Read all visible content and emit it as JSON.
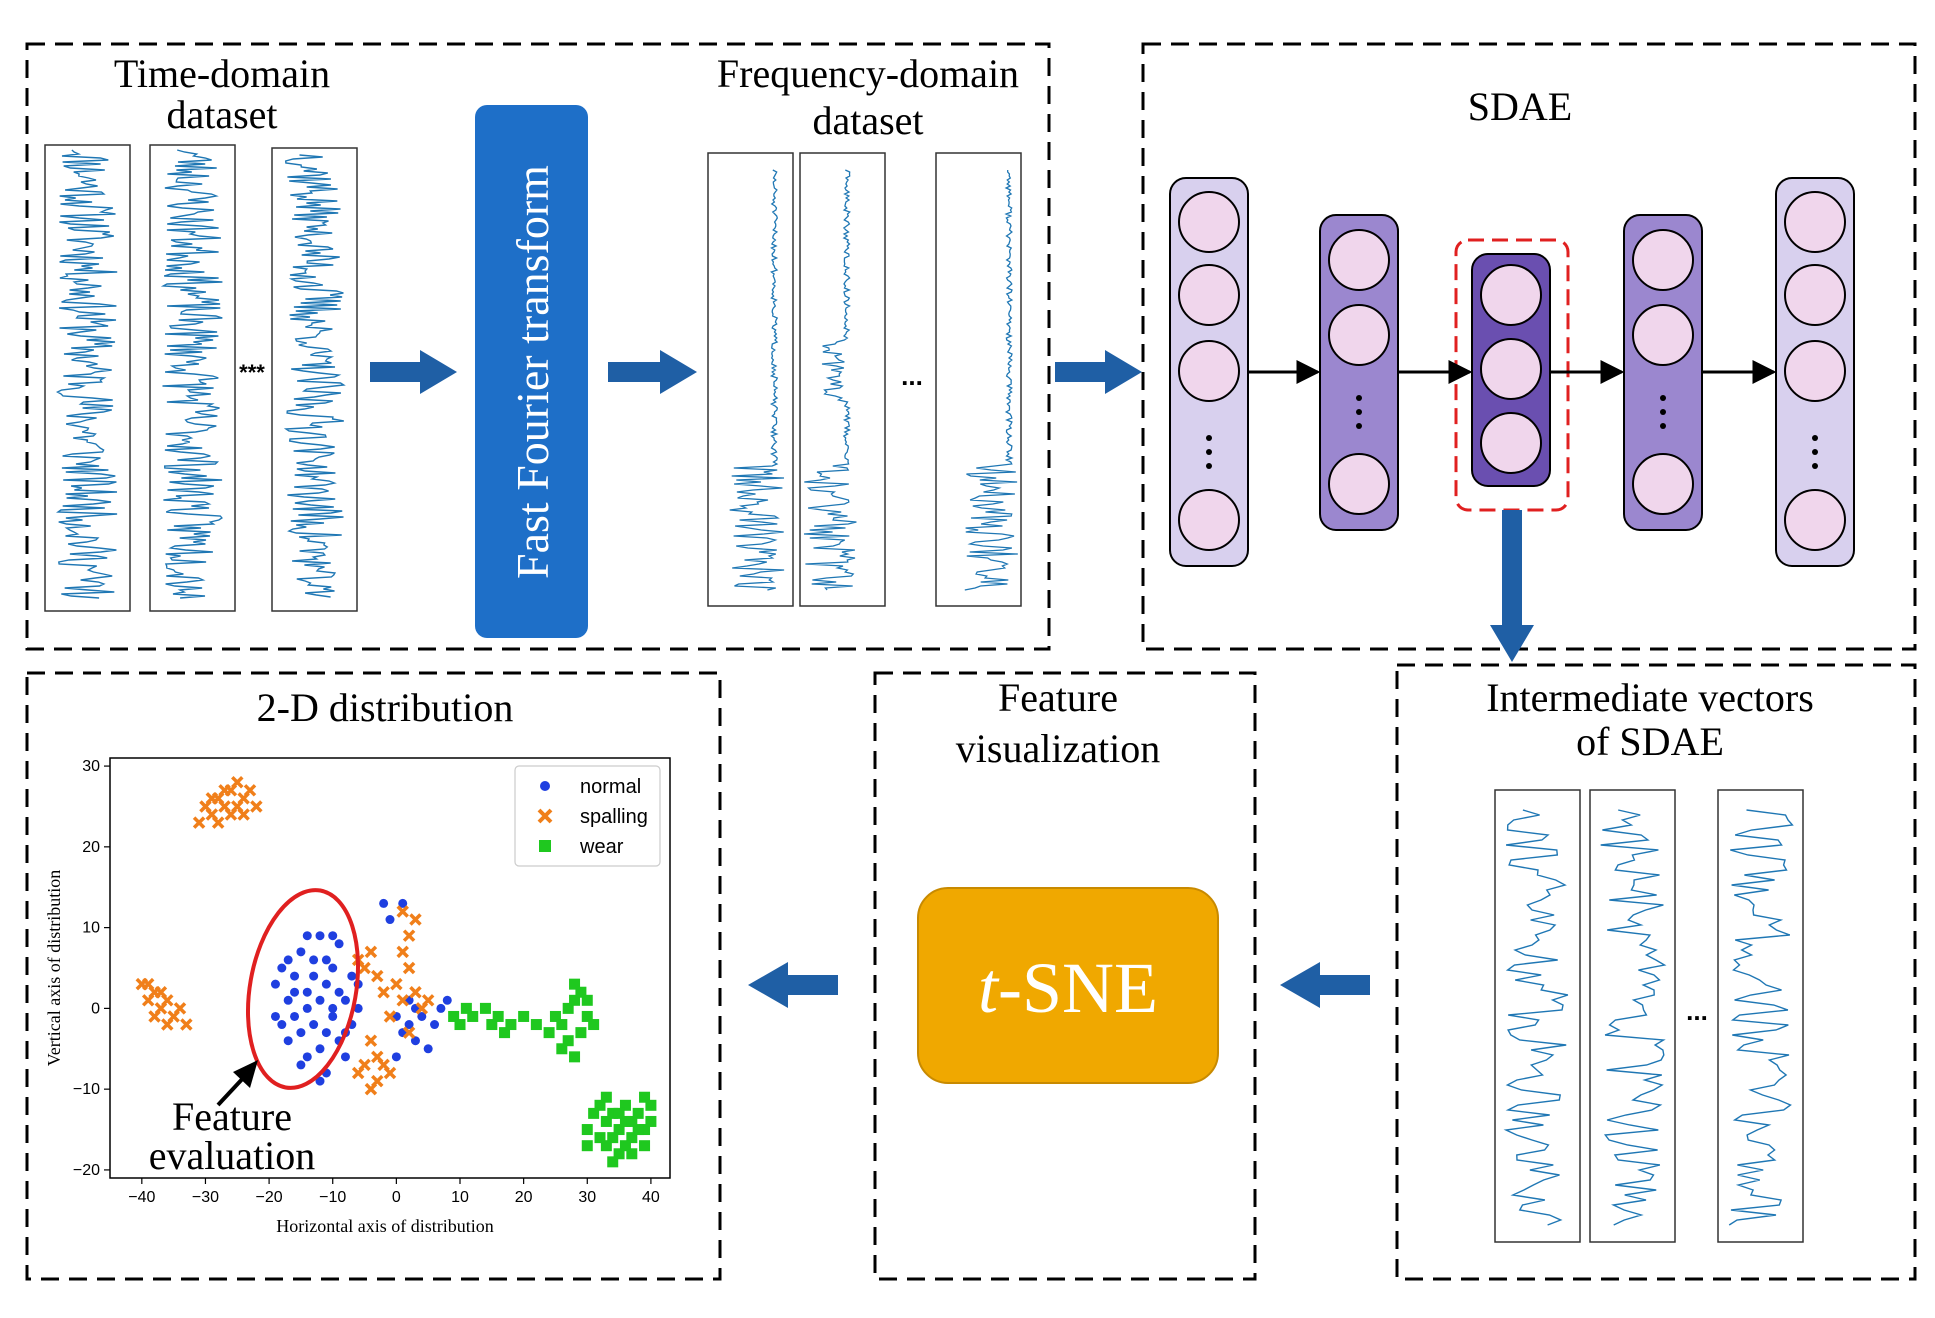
{
  "panels": {
    "time_domain": {
      "title_line1": "Time-domain",
      "title_line2": "dataset",
      "ellipsis": "***"
    },
    "fft": {
      "label": "Fast Fourier transform",
      "color": "#1E6FC8"
    },
    "freq_domain": {
      "title_line1": "Frequency-domain",
      "title_line2": "dataset",
      "ellipsis": "..."
    },
    "sdae": {
      "title": "SDAE"
    },
    "intermediate": {
      "title_line1": "Intermediate vectors",
      "title_line2": "of SDAE",
      "ellipsis": "..."
    },
    "feature_vis": {
      "title_line1": "Feature",
      "title_line2": "visualization"
    },
    "tsne": {
      "label_italic": "t",
      "label_rest": "-SNE",
      "color": "#F0A800"
    },
    "distribution": {
      "title": "2-D distribution",
      "annotation_line1": "Feature",
      "annotation_line2": "evaluation"
    }
  },
  "colors": {
    "signal": "#1F77B4",
    "arrow": "#1F5FA5",
    "outer_layer": "#D8D0EE",
    "inner_layer": "#9B87CF",
    "code_layer": "#6A4FB0",
    "node": "#F0D6EC",
    "highlight": "#E02020"
  },
  "chart_data": {
    "type": "scatter",
    "xlabel": "Horizontal axis of distribution",
    "ylabel": "Vertical axis of distribution",
    "xlim": [
      -45,
      43
    ],
    "ylim": [
      -21,
      31
    ],
    "xticks": [
      -40,
      -30,
      -20,
      -10,
      0,
      10,
      20,
      30,
      40
    ],
    "yticks": [
      -20,
      -10,
      0,
      10,
      20,
      30
    ],
    "legend_position": "top-right",
    "series": [
      {
        "name": "normal",
        "marker": "circle",
        "color": "#1F3FE0",
        "points": [
          [
            -19,
            3
          ],
          [
            -18,
            5
          ],
          [
            -17,
            1
          ],
          [
            -16,
            4
          ],
          [
            -15,
            7
          ],
          [
            -14,
            2
          ],
          [
            -13,
            6
          ],
          [
            -12,
            9
          ],
          [
            -11,
            3
          ],
          [
            -10,
            5
          ],
          [
            -9,
            8
          ],
          [
            -8,
            1
          ],
          [
            -7,
            4
          ],
          [
            -18,
            -2
          ],
          [
            -17,
            -4
          ],
          [
            -16,
            -1
          ],
          [
            -15,
            -3
          ],
          [
            -14,
            -6
          ],
          [
            -13,
            -2
          ],
          [
            -12,
            -5
          ],
          [
            -11,
            -8
          ],
          [
            -10,
            -1
          ],
          [
            -9,
            -4
          ],
          [
            -8,
            -6
          ],
          [
            -7,
            -2
          ],
          [
            -16,
            2
          ],
          [
            -14,
            0
          ],
          [
            -12,
            1
          ],
          [
            -10,
            0
          ],
          [
            -9,
            2
          ],
          [
            -13,
            4
          ],
          [
            -11,
            6
          ],
          [
            -15,
            -7
          ],
          [
            -12,
            -9
          ],
          [
            -8,
            -3
          ],
          [
            -6,
            0
          ],
          [
            -6,
            3
          ],
          [
            -17,
            6
          ],
          [
            -19,
            -1
          ],
          [
            -11,
            -3
          ],
          [
            -14,
            9
          ],
          [
            -10,
            9
          ],
          [
            0,
            -1
          ],
          [
            1,
            -3
          ],
          [
            2,
            -2
          ],
          [
            3,
            -4
          ],
          [
            4,
            -1
          ],
          [
            5,
            -5
          ],
          [
            2,
            1
          ],
          [
            3,
            0
          ],
          [
            6,
            -2
          ],
          [
            7,
            0
          ],
          [
            8,
            1
          ],
          [
            -1,
            11
          ],
          [
            -2,
            13
          ],
          [
            1,
            13
          ],
          [
            0,
            -6
          ]
        ]
      },
      {
        "name": "spalling",
        "marker": "x",
        "color": "#F07F1A",
        "points": [
          [
            -30,
            25
          ],
          [
            -29,
            24
          ],
          [
            -28,
            26
          ],
          [
            -27,
            25
          ],
          [
            -26,
            27
          ],
          [
            -25,
            28
          ],
          [
            -24,
            26
          ],
          [
            -23,
            27
          ],
          [
            -22,
            25
          ],
          [
            -31,
            23
          ],
          [
            -28,
            23
          ],
          [
            -26,
            24
          ],
          [
            -24,
            24
          ],
          [
            -27,
            27
          ],
          [
            -25,
            25
          ],
          [
            -29,
            26
          ],
          [
            -40,
            3
          ],
          [
            -39,
            1
          ],
          [
            -38,
            2
          ],
          [
            -37,
            0
          ],
          [
            -36,
            1
          ],
          [
            -35,
            -1
          ],
          [
            -34,
            0
          ],
          [
            -33,
            -2
          ],
          [
            -38,
            -1
          ],
          [
            -36,
            -2
          ],
          [
            -39,
            3
          ],
          [
            -37,
            2
          ],
          [
            -5,
            5
          ],
          [
            -4,
            7
          ],
          [
            -6,
            6
          ],
          [
            -3,
            4
          ],
          [
            -4,
            -4
          ],
          [
            -5,
            -7
          ],
          [
            -3,
            -9
          ],
          [
            -4,
            -10
          ],
          [
            -6,
            -8
          ],
          [
            -3,
            -6
          ],
          [
            1,
            12
          ],
          [
            2,
            9
          ],
          [
            3,
            11
          ],
          [
            1,
            7
          ],
          [
            2,
            5
          ],
          [
            0,
            3
          ],
          [
            1,
            1
          ],
          [
            3,
            2
          ],
          [
            4,
            0
          ],
          [
            5,
            1
          ],
          [
            -2,
            2
          ],
          [
            -1,
            -1
          ],
          [
            2,
            -3
          ],
          [
            -2,
            -7
          ],
          [
            -1,
            -8
          ]
        ]
      },
      {
        "name": "wear",
        "marker": "square",
        "color": "#1FC81F",
        "points": [
          [
            9,
            -1
          ],
          [
            10,
            -2
          ],
          [
            11,
            0
          ],
          [
            12,
            -1
          ],
          [
            14,
            0
          ],
          [
            15,
            -2
          ],
          [
            16,
            -1
          ],
          [
            17,
            -3
          ],
          [
            18,
            -2
          ],
          [
            20,
            -1
          ],
          [
            22,
            -2
          ],
          [
            24,
            -3
          ],
          [
            25,
            -1
          ],
          [
            26,
            -2
          ],
          [
            27,
            0
          ],
          [
            28,
            1
          ],
          [
            29,
            2
          ],
          [
            30,
            1
          ],
          [
            27,
            -4
          ],
          [
            28,
            -6
          ],
          [
            29,
            -3
          ],
          [
            26,
            -5
          ],
          [
            30,
            -1
          ],
          [
            28,
            3
          ],
          [
            31,
            -2
          ],
          [
            32,
            -12
          ],
          [
            33,
            -14
          ],
          [
            34,
            -13
          ],
          [
            35,
            -15
          ],
          [
            36,
            -14
          ],
          [
            37,
            -16
          ],
          [
            38,
            -13
          ],
          [
            39,
            -15
          ],
          [
            40,
            -14
          ],
          [
            33,
            -17
          ],
          [
            35,
            -18
          ],
          [
            37,
            -18
          ],
          [
            39,
            -17
          ],
          [
            32,
            -16
          ],
          [
            34,
            -16
          ],
          [
            36,
            -17
          ],
          [
            38,
            -15
          ],
          [
            31,
            -13
          ],
          [
            30,
            -15
          ],
          [
            33,
            -11
          ],
          [
            36,
            -12
          ],
          [
            39,
            -11
          ],
          [
            40,
            -12
          ],
          [
            34,
            -19
          ],
          [
            30,
            -17
          ],
          [
            37,
            -14
          ],
          [
            35,
            -13
          ]
        ]
      }
    ]
  }
}
